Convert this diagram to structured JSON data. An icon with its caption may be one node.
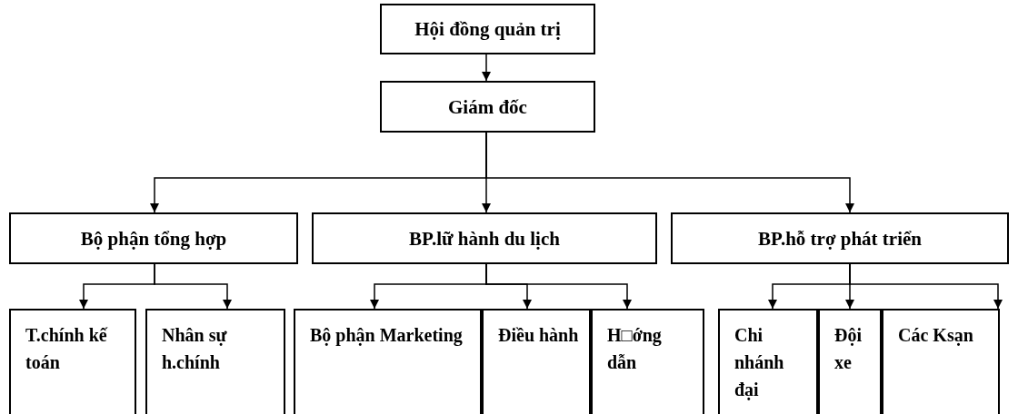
{
  "diagram": {
    "nodes": [
      {
        "text": [
          "Hội đồng quản trị"
        ]
      },
      {
        "text": [
          "Giám đốc"
        ]
      },
      {
        "text": [
          "Bộ phận tổng hợp"
        ]
      },
      {
        "text": [
          "BP.lữ hành du lịch"
        ]
      },
      {
        "text": [
          "BP.hỗ trợ phát triển"
        ]
      },
      {
        "text": [
          "T.chính kế toán"
        ]
      },
      {
        "text": [
          "Nhân sự h.chính"
        ]
      },
      {
        "text": [
          "Bộ phận Marketing"
        ]
      },
      {
        "text": [
          "Điều hành"
        ]
      },
      {
        "text": [
          "H□ớng dẫn"
        ]
      },
      {
        "text": [
          "Chi nhánh đại"
        ]
      },
      {
        "text": [
          "Đội xe"
        ]
      },
      {
        "text": [
          "Các Ksạn"
        ]
      }
    ],
    "edges": [
      {
        "from": 0,
        "to": 1,
        "arrow": "to"
      },
      {
        "from": 1,
        "to": 2,
        "arrow": "to"
      },
      {
        "from": 1,
        "to": 3,
        "arrow": "to"
      },
      {
        "from": 1,
        "to": 4,
        "arrow": "to"
      },
      {
        "from": 2,
        "to": 5,
        "arrow": "to"
      },
      {
        "from": 2,
        "to": 6,
        "arrow": "to"
      },
      {
        "from": 3,
        "to": 7,
        "arrow": "to"
      },
      {
        "from": 3,
        "to": 8,
        "arrow": "to"
      },
      {
        "from": 3,
        "to": 9,
        "arrow": "to"
      },
      {
        "from": 4,
        "to": 10,
        "arrow": "to"
      },
      {
        "from": 4,
        "to": 11,
        "arrow": "to"
      },
      {
        "from": 4,
        "to": 12,
        "arrow": "to"
      }
    ]
  }
}
